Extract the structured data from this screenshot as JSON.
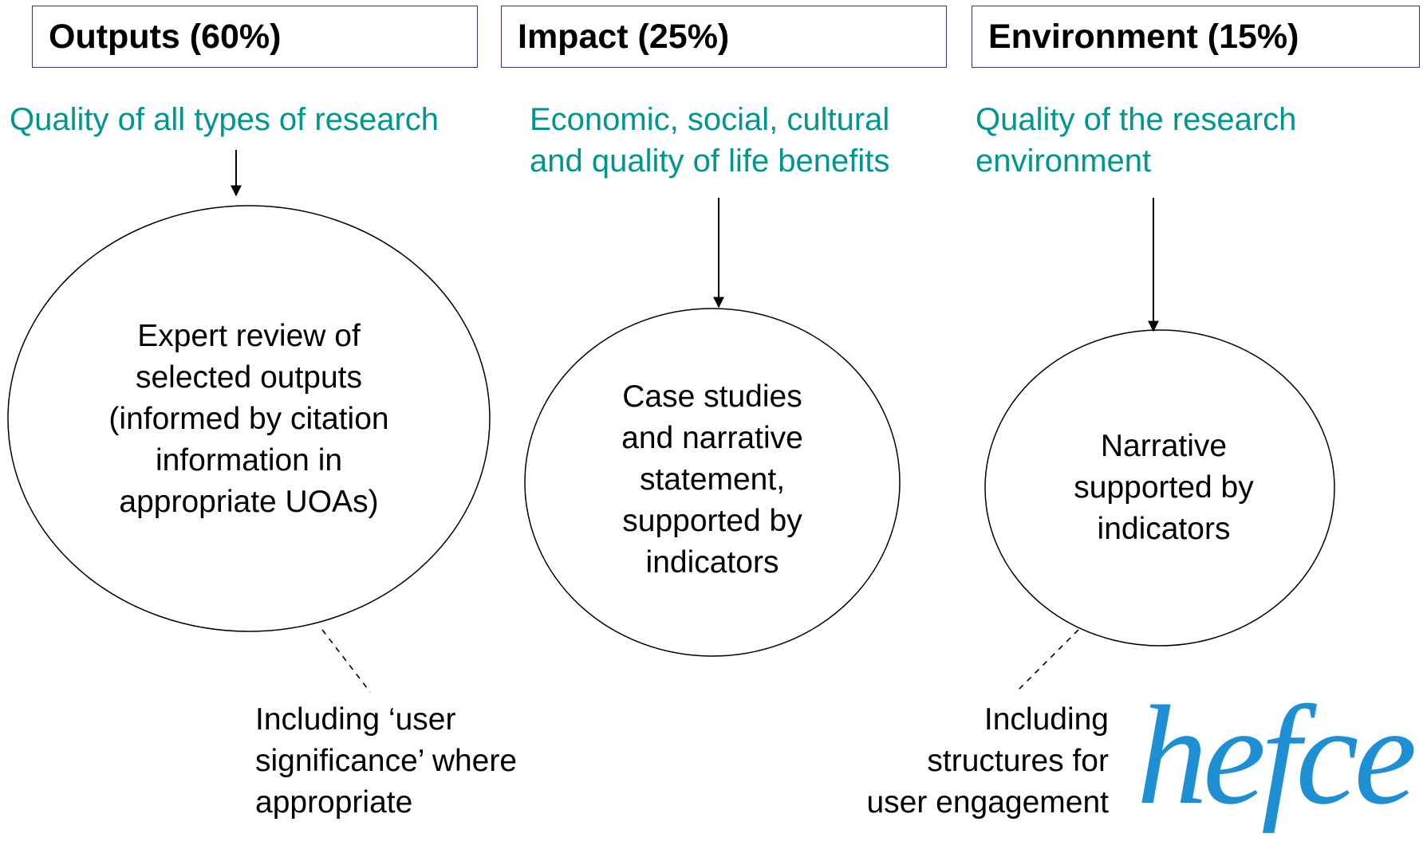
{
  "headers": {
    "outputs": "Outputs (60%)",
    "impact": "Impact (25%)",
    "environment": "Environment (15%)"
  },
  "subtitles": {
    "outputs": "Quality of all types of research",
    "impact_line1": "Economic, social, cultural",
    "impact_line2": "and quality of life benefits",
    "environment_line1": "Quality of the research",
    "environment_line2": "environment"
  },
  "circles": {
    "outputs": [
      "Expert review of",
      "selected outputs",
      "(informed by citation",
      "information in",
      "appropriate UOAs)"
    ],
    "impact": [
      "Case studies",
      "and narrative",
      "statement,",
      "supported by",
      "indicators"
    ],
    "environment": [
      "Narrative",
      "supported by",
      "indicators"
    ]
  },
  "notes": {
    "outputs": [
      "Including ‘user",
      "significance’ where",
      "appropriate"
    ],
    "environment": [
      "Including",
      "structures for",
      "user engagement"
    ]
  },
  "logo": "hefce",
  "colors": {
    "subtitle": "#00968f",
    "header_border": "#33338a",
    "logo": "#1e8fd2"
  }
}
